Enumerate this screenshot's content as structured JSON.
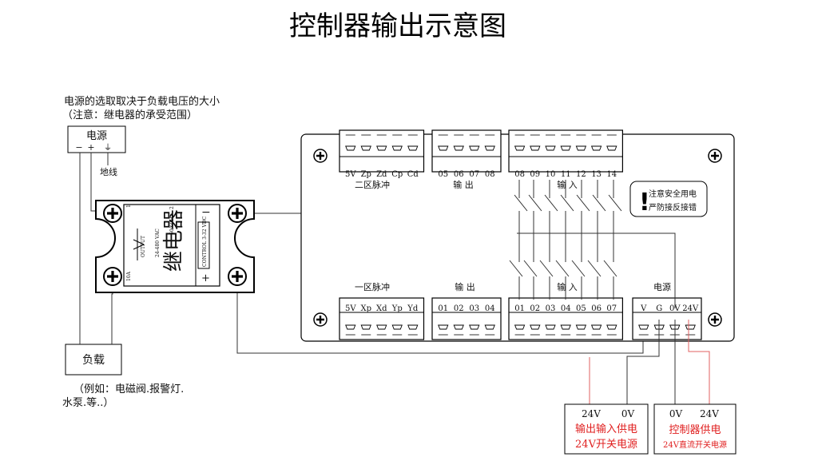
{
  "title": "控制器输出示意图",
  "power_note_line1": "电源的选取取决于负载电压的大小",
  "power_note_line2": "（注意：继电器的承受范围）",
  "power_box": {
    "label": "电源",
    "minus": "−",
    "plus": "+",
    "ground_sym": "⏚",
    "ground_label": "地线"
  },
  "relay": {
    "name": "继电器",
    "input_label": "CONTROL 3-32 VDC",
    "output_label": "OUTPUT",
    "rating": "24-480 VAC",
    "current": "10A",
    "freq": "50/60Hz",
    "pin1": "1",
    "pin2": "2",
    "minus": "−",
    "plus": "+"
  },
  "load_box": {
    "label": "负载"
  },
  "load_note_line1": "（例如：电磁阀.报警灯.",
  "load_note_line2": "水泵.等..）",
  "top_group1": {
    "pins": [
      "5V",
      "Zp",
      "Zd",
      "Cp",
      "Cd"
    ],
    "label": "二区脉冲"
  },
  "top_group2": {
    "pins": [
      "05",
      "06",
      "07",
      "08"
    ],
    "label": "输 出"
  },
  "top_group3": {
    "pins": [
      "08",
      "09",
      "10",
      "11",
      "12",
      "13",
      "14"
    ],
    "label": "输 入"
  },
  "bottom_group1": {
    "pins": [
      "5V",
      "Xp",
      "Xd",
      "Yp",
      "Yd"
    ],
    "label": "一区脉冲"
  },
  "bottom_group2": {
    "pins": [
      "01",
      "02",
      "03",
      "04"
    ],
    "label": "输 出"
  },
  "bottom_group3": {
    "pins": [
      "01",
      "02",
      "03",
      "04",
      "05",
      "06",
      "07"
    ],
    "label": "输 入"
  },
  "bottom_group4": {
    "pins": [
      "V",
      "G",
      "0V",
      "24V"
    ],
    "label": "电源"
  },
  "warning": {
    "mark": "!",
    "line1": "注意安全用电",
    "line2": "严防接反接错"
  },
  "psu_io": {
    "v1": "24V",
    "v2": "0V",
    "line1": "输出输入供电",
    "line2": "24V开关电源"
  },
  "psu_ctrl": {
    "v1": "0V",
    "v2": "24V",
    "line1": "控制器供电",
    "line2": "24V直流开关电源"
  },
  "colors": {
    "wire": "#333333",
    "red_wire": "#e06060",
    "red_text": "#e02020"
  }
}
